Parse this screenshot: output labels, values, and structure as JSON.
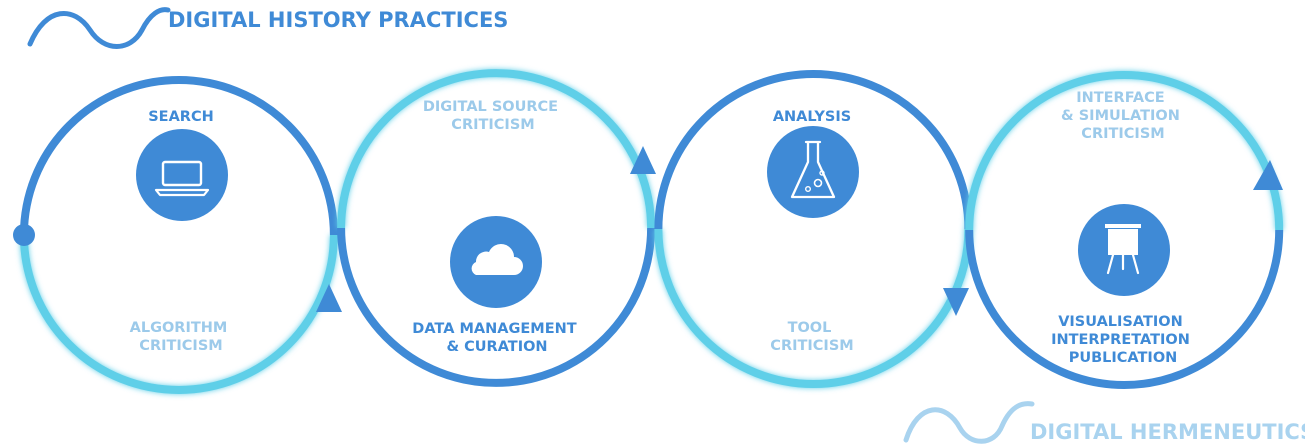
{
  "header": {
    "title": "DIGITAL HISTORY PRACTICES"
  },
  "footer": {
    "title": "DIGITAL HERMENEUTICS"
  },
  "colors": {
    "practice_blue": "#3f8ad6",
    "hermeneutic_cyan": "#5fcfe8",
    "critique_text": "#9ccaea",
    "footer_wave": "#a9d3ef"
  },
  "stages": [
    {
      "practice": {
        "lines": [
          "SEARCH"
        ],
        "icon": "laptop-icon"
      },
      "criticism": {
        "lines": [
          "ALGORITHM",
          "CRITICISM"
        ]
      }
    },
    {
      "criticism": {
        "lines": [
          "DIGITAL SOURCE",
          "CRITICISM"
        ]
      },
      "practice": {
        "lines": [
          "DATA MANAGEMENT",
          "& CURATION"
        ],
        "icon": "cloud-icon"
      }
    },
    {
      "practice": {
        "lines": [
          "ANALYSIS"
        ],
        "icon": "flask-icon"
      },
      "criticism": {
        "lines": [
          "TOOL",
          "CRITICISM"
        ]
      }
    },
    {
      "criticism": {
        "lines": [
          "INTERFACE",
          "& SIMULATION",
          "CRITICISM"
        ]
      },
      "practice": {
        "lines": [
          "VISUALISATION",
          "INTERPRETATION",
          "PUBLICATION"
        ],
        "icon": "presentation-board-icon"
      }
    }
  ]
}
